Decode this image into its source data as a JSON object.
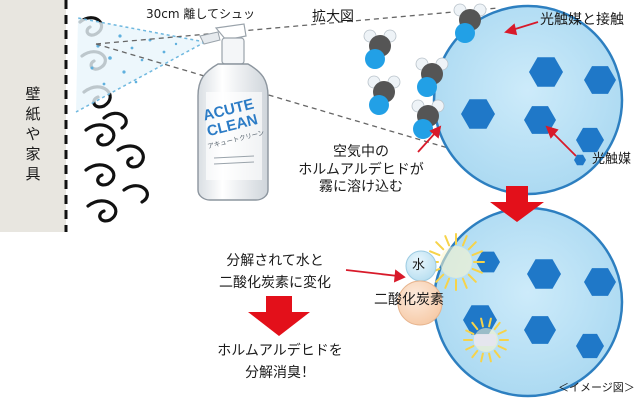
{
  "wall": {
    "label_chars": [
      "壁",
      "紙",
      "や",
      "家",
      "具"
    ]
  },
  "spray": {
    "distance_label": "30cm 離してシュッ",
    "bottle": {
      "brand_line1": "ACUTE",
      "brand_line2": "CLEAN",
      "katakana": "アキュートクリーン"
    }
  },
  "magnify_label": "拡大図",
  "callouts": {
    "contact": "光触媒と接触",
    "photocatalyst": "光触媒",
    "formaldehyde_lines": [
      "空気中の",
      "ホルムアルデヒドが",
      "霧に溶け込む"
    ],
    "decompose_lines": [
      "分解されて水と",
      "二酸化炭素に変化"
    ],
    "result_lines": [
      "ホルムアルデヒドを",
      "分解消臭！"
    ]
  },
  "products": {
    "water": "水",
    "co2": "二酸化炭素"
  },
  "caption": "＜イメージ図＞",
  "colors": {
    "hexagon": "#1f78c8",
    "circle_fill": "#a9d8f1",
    "circle_stroke": "#2d7fc0",
    "arrow_red": "#e3101a",
    "molecule_blue": "#22a0e6",
    "molecule_gray": "#555555",
    "molecule_white": "#eef3f7",
    "glow": "#f6d34a",
    "water_bubble": "#b7def0",
    "co2_bubble": "#f6c9a5"
  }
}
